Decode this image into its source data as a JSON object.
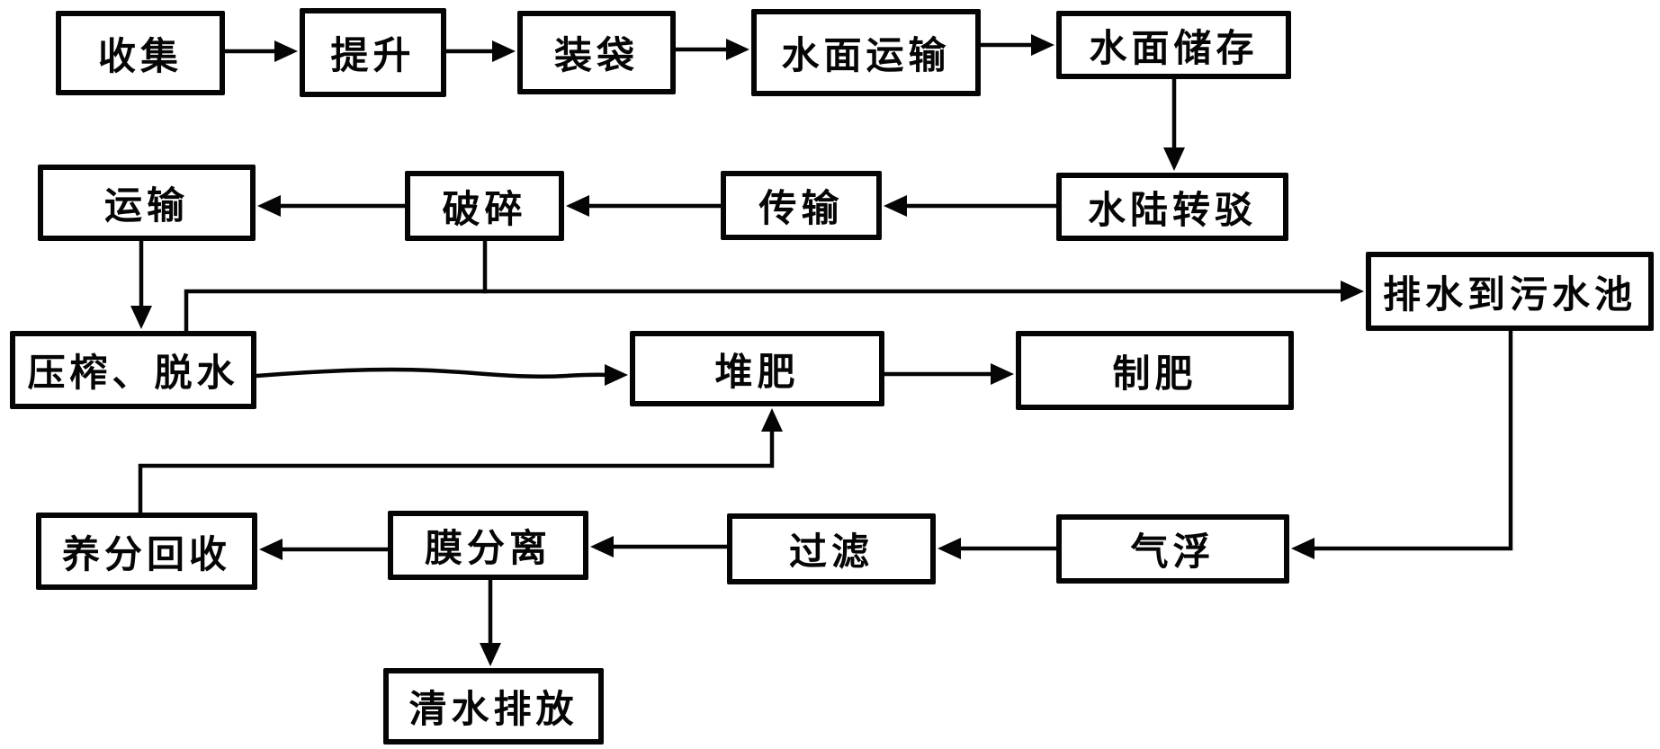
{
  "diagram": {
    "type": "flowchart",
    "background_color": "#ffffff",
    "line_color": "#050505",
    "nodes": [
      {
        "id": "collect",
        "label": "收集"
      },
      {
        "id": "lift",
        "label": "提升"
      },
      {
        "id": "bagging",
        "label": "装袋"
      },
      {
        "id": "water-surface-transport",
        "label": "水面运输"
      },
      {
        "id": "water-surface-storage",
        "label": "水面储存"
      },
      {
        "id": "transport",
        "label": "运输"
      },
      {
        "id": "crushing",
        "label": "破碎"
      },
      {
        "id": "conveying",
        "label": "传输"
      },
      {
        "id": "water-land-transfer",
        "label": "水陆转驳"
      },
      {
        "id": "drain-to-sewage-pool",
        "label": "排水到污水池"
      },
      {
        "id": "press-dewater",
        "label": "压榨、脱水"
      },
      {
        "id": "composting",
        "label": "堆肥"
      },
      {
        "id": "fertilizer-making",
        "label": "制肥"
      },
      {
        "id": "nutrient-recovery",
        "label": "养分回收"
      },
      {
        "id": "membrane-separation",
        "label": "膜分离"
      },
      {
        "id": "filtration",
        "label": "过滤"
      },
      {
        "id": "air-flotation",
        "label": "气浮"
      },
      {
        "id": "clean-water-discharge",
        "label": "清水排放"
      }
    ],
    "edges": [
      {
        "from": "collect",
        "to": "lift"
      },
      {
        "from": "lift",
        "to": "bagging"
      },
      {
        "from": "bagging",
        "to": "water-surface-transport"
      },
      {
        "from": "water-surface-transport",
        "to": "water-surface-storage"
      },
      {
        "from": "water-surface-storage",
        "to": "water-land-transfer"
      },
      {
        "from": "water-land-transfer",
        "to": "conveying"
      },
      {
        "from": "conveying",
        "to": "crushing"
      },
      {
        "from": "crushing",
        "to": "transport"
      },
      {
        "from": "transport",
        "to": "press-dewater"
      },
      {
        "from": "crushing",
        "to": "drain-to-sewage-pool"
      },
      {
        "from": "press-dewater",
        "to": "drain-to-sewage-pool"
      },
      {
        "from": "press-dewater",
        "to": "composting"
      },
      {
        "from": "composting",
        "to": "fertilizer-making"
      },
      {
        "from": "drain-to-sewage-pool",
        "to": "air-flotation"
      },
      {
        "from": "air-flotation",
        "to": "filtration"
      },
      {
        "from": "filtration",
        "to": "membrane-separation"
      },
      {
        "from": "membrane-separation",
        "to": "nutrient-recovery"
      },
      {
        "from": "membrane-separation",
        "to": "clean-water-discharge"
      },
      {
        "from": "nutrient-recovery",
        "to": "composting"
      }
    ]
  }
}
